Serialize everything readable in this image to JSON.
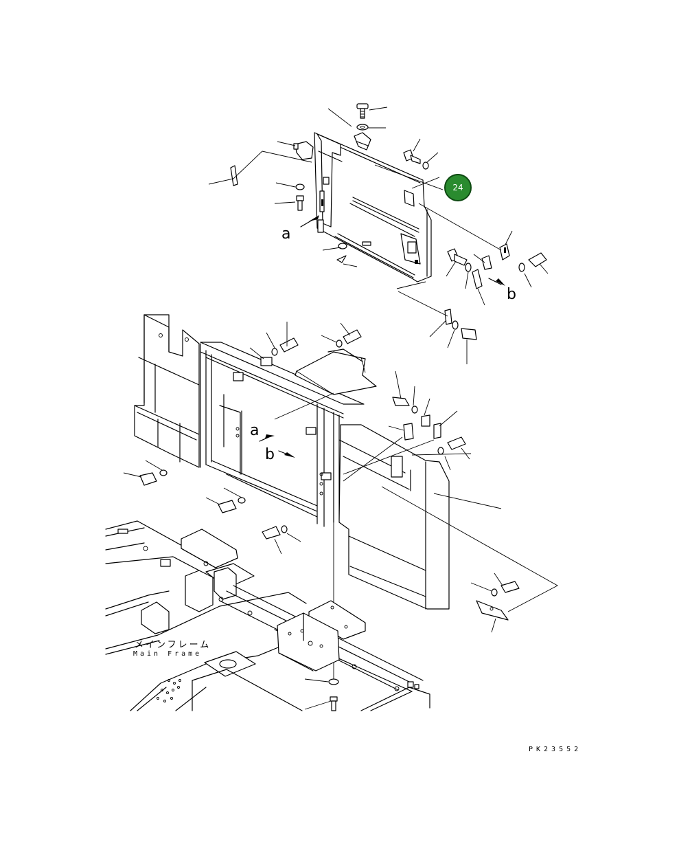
{
  "callouts": {
    "badge_number": "24",
    "label_a_top": "a",
    "label_b_top": "b",
    "label_a_mid": "a",
    "label_b_mid": "b"
  },
  "frame_label": {
    "japanese": "メインフレーム",
    "english": "Main Frame"
  },
  "drawing_code": "PK23552",
  "colors": {
    "badge_fill": "#2a8b2f",
    "badge_border": "#0e4a12",
    "line": "#000000"
  }
}
